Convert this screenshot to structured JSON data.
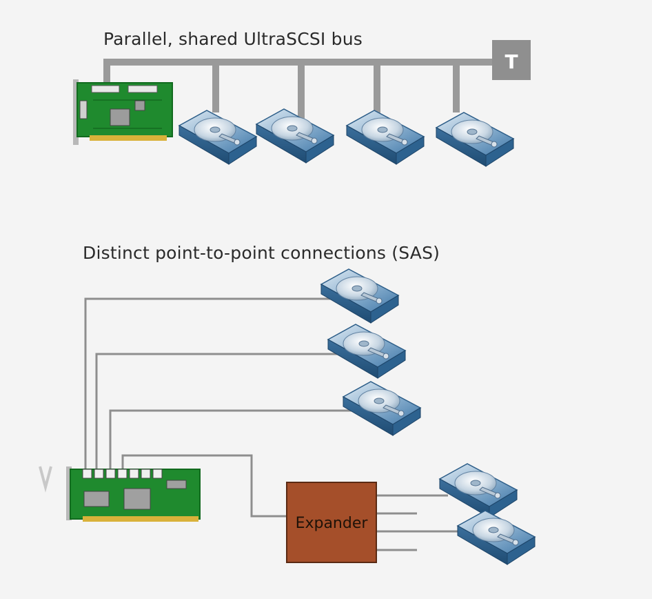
{
  "top_section": {
    "title": "Parallel, shared UltraSCSI bus",
    "terminator_label": "T",
    "disk_count": 4
  },
  "bottom_section": {
    "title": "Distinct point-to-point connections (SAS)",
    "expander_label": "Expander",
    "direct_disk_count": 3,
    "expander_disk_count": 2
  },
  "colors": {
    "background": "#f4f4f4",
    "bus_line": "#9a9a9a",
    "thin_line": "#8e8e8e",
    "pcb_green": "#1f8a2e",
    "expander_fill": "#a54f2a",
    "disk_blue": "#4a86b8"
  }
}
